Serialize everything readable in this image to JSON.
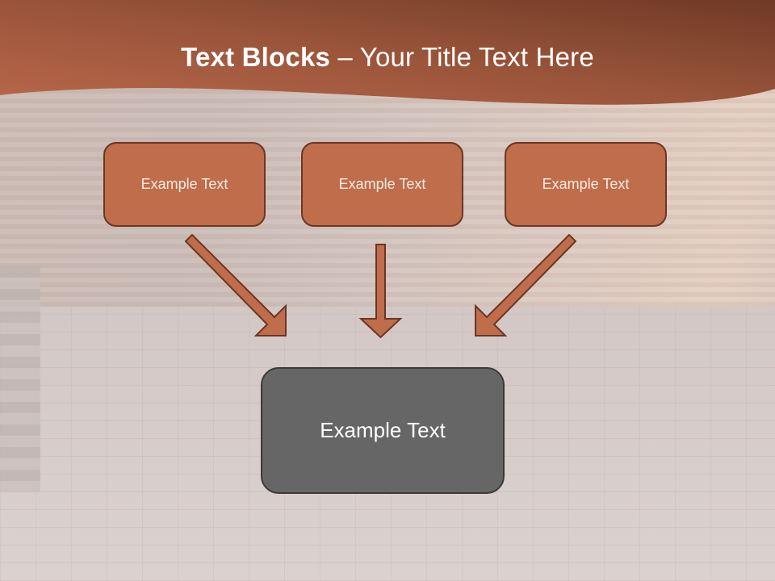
{
  "title": {
    "bold_part": "Text Blocks",
    "separator": " – ",
    "regular_part": "Your Title Text Here"
  },
  "top_boxes": [
    {
      "label": "Example Text"
    },
    {
      "label": "Example Text"
    },
    {
      "label": "Example Text"
    }
  ],
  "bottom_box": {
    "label": "Example Text"
  },
  "colors": {
    "header_dark": "#6f3a26",
    "header_light": "#b9674a",
    "box_fill": "#bf6d4b",
    "box_border": "#6a3626",
    "main_box_fill": "#666666",
    "main_box_border": "#3a3a3a"
  }
}
